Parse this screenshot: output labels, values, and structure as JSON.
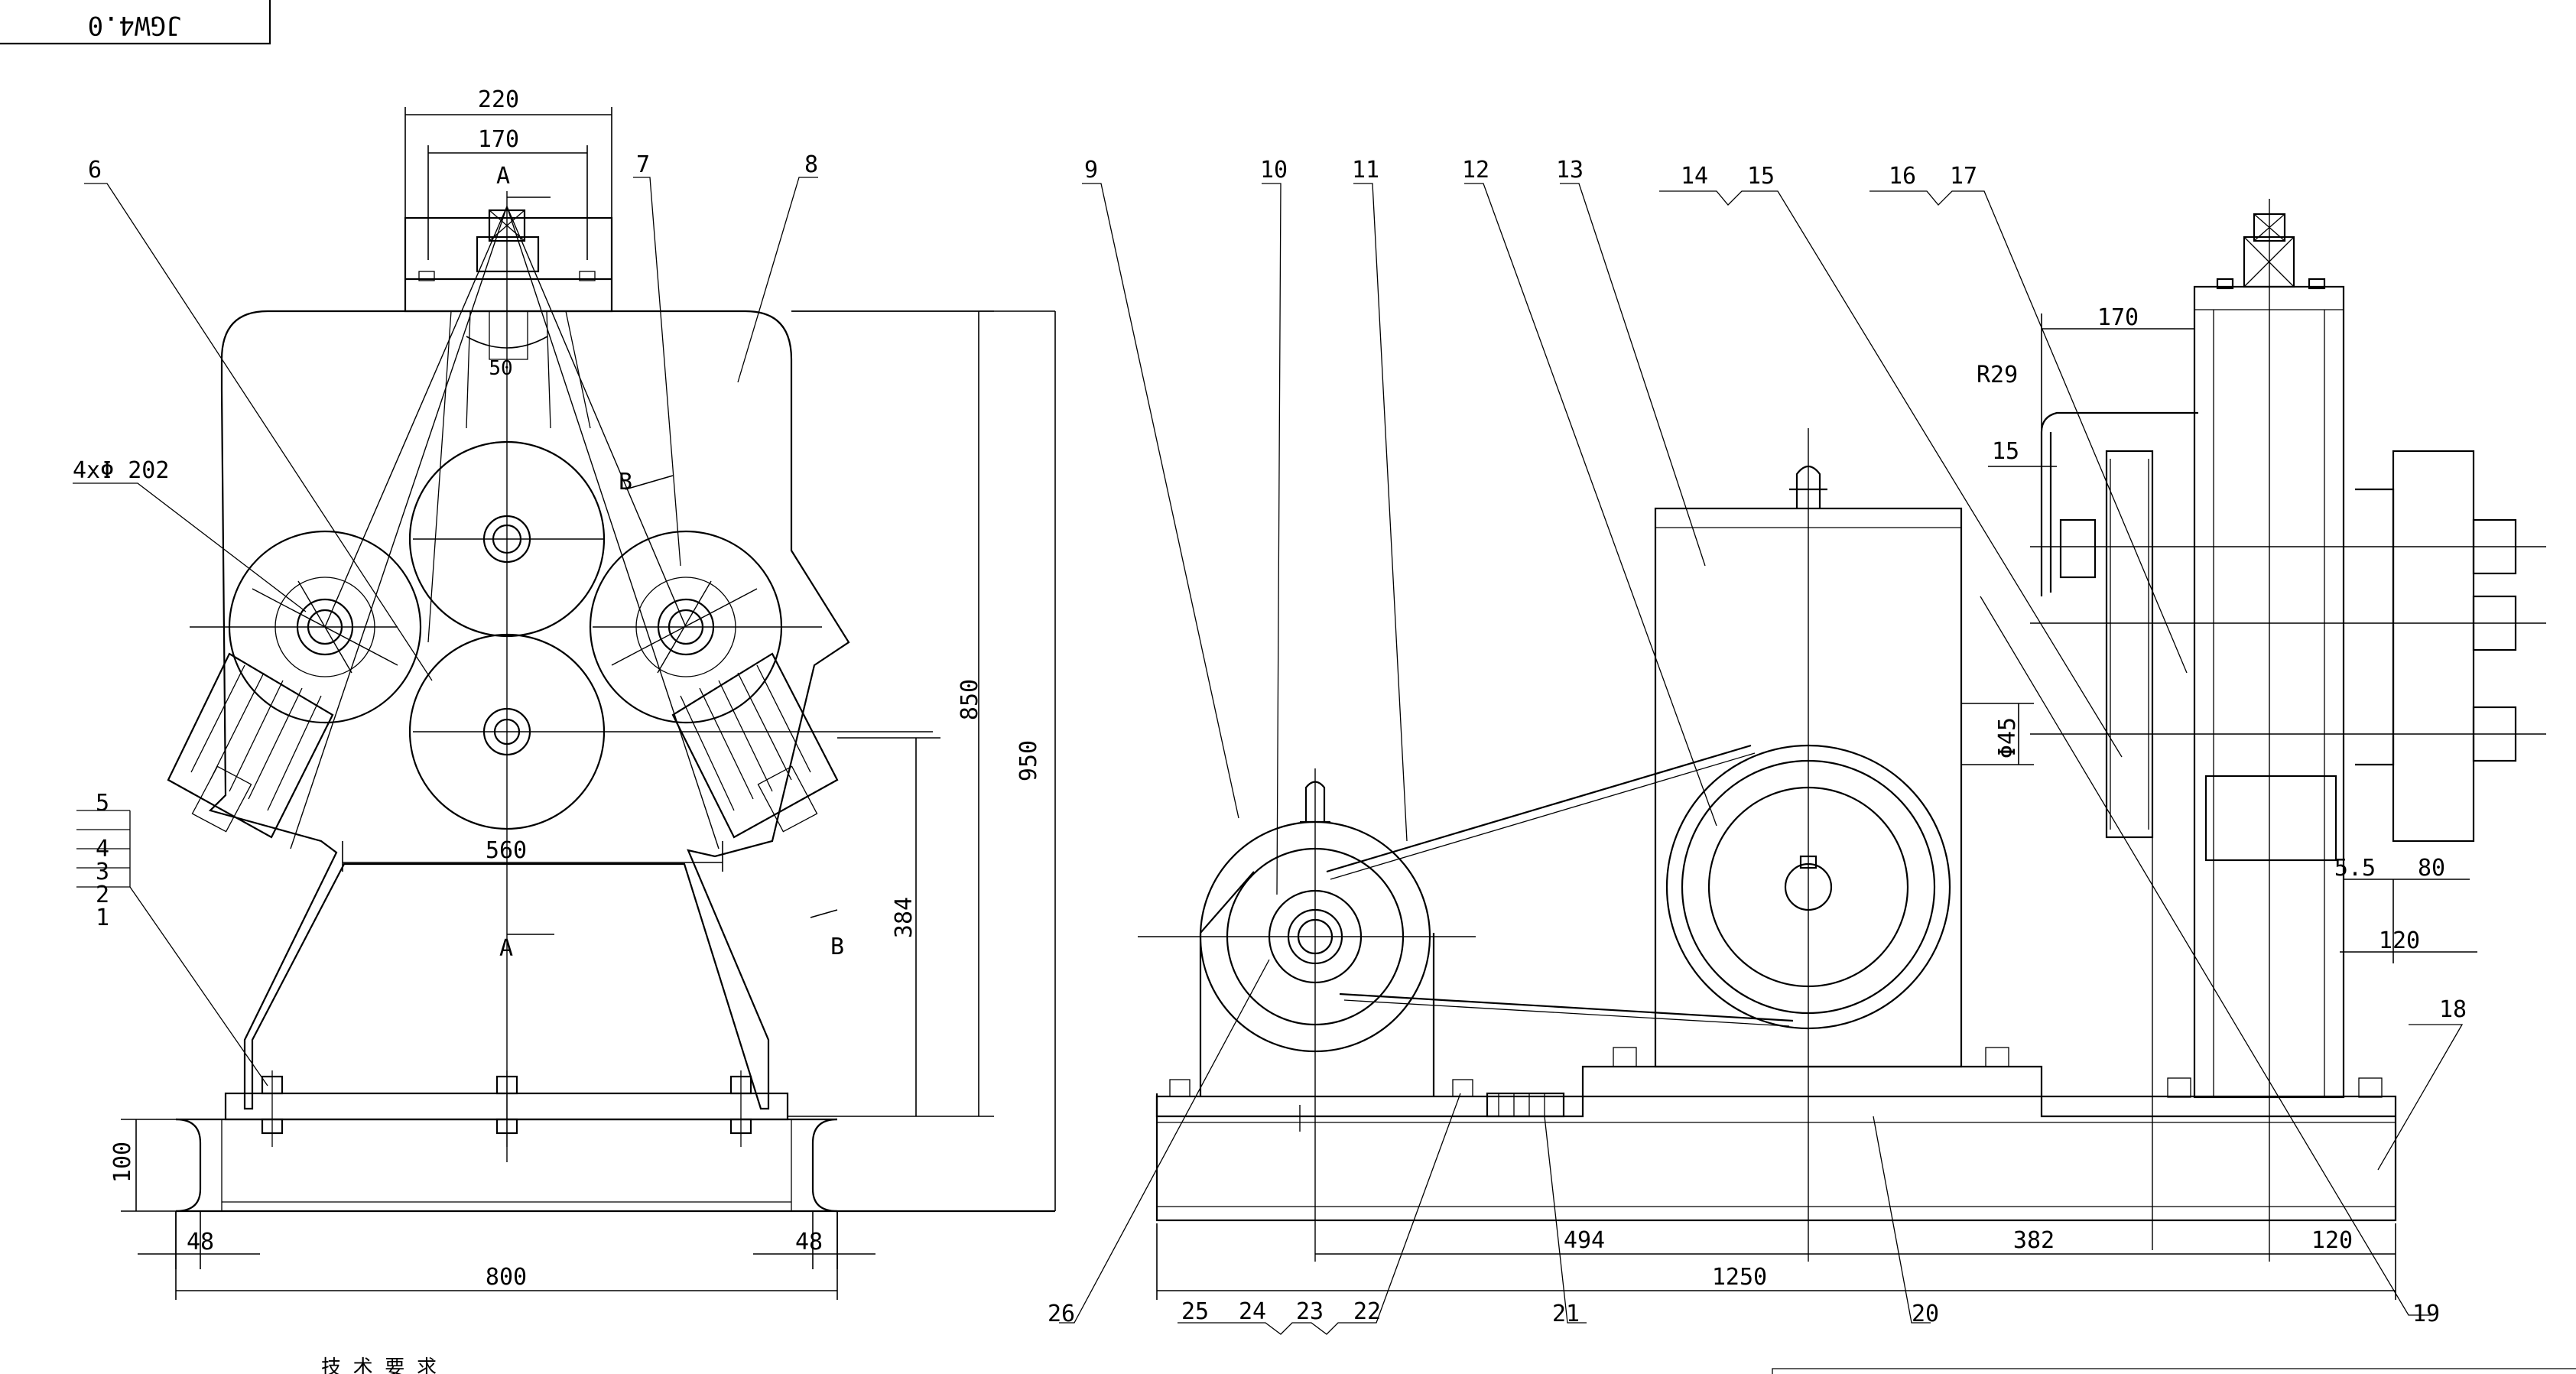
{
  "title_block": {
    "drawing_no": "JGW4.0",
    "stub_text": "技 术 要 求"
  },
  "left_view": {
    "dimensions": {
      "top_width": "220",
      "inner_width": "170",
      "angle": "50",
      "roller_pitch": "560",
      "height_total": "950",
      "height_frame": "850",
      "center_height": "384",
      "base_height": "100",
      "flange_left": "48",
      "flange_right": "48",
      "base_width": "800"
    },
    "section_marks": {
      "a_top": "A",
      "a_bottom": "A",
      "b_top": "B",
      "b_bottom": "B"
    },
    "hole_note": "4xΦ 202",
    "part_labels": [
      "1",
      "2",
      "3",
      "4",
      "5",
      "6",
      "7",
      "8"
    ]
  },
  "right_view": {
    "dimensions": {
      "bracket_width": "170",
      "radius": "R29",
      "offset": "15",
      "shaft_dia": "Φ45",
      "gap": "5.5",
      "hub_width": "80",
      "hub_span": "120",
      "span_494": "494",
      "span_382": "382",
      "span_120": "120",
      "overall": "1250"
    },
    "part_labels": [
      "9",
      "10",
      "11",
      "12",
      "13",
      "14",
      "15",
      "16",
      "17",
      "18",
      "19",
      "20",
      "21",
      "22",
      "23",
      "24",
      "25",
      "26"
    ]
  }
}
